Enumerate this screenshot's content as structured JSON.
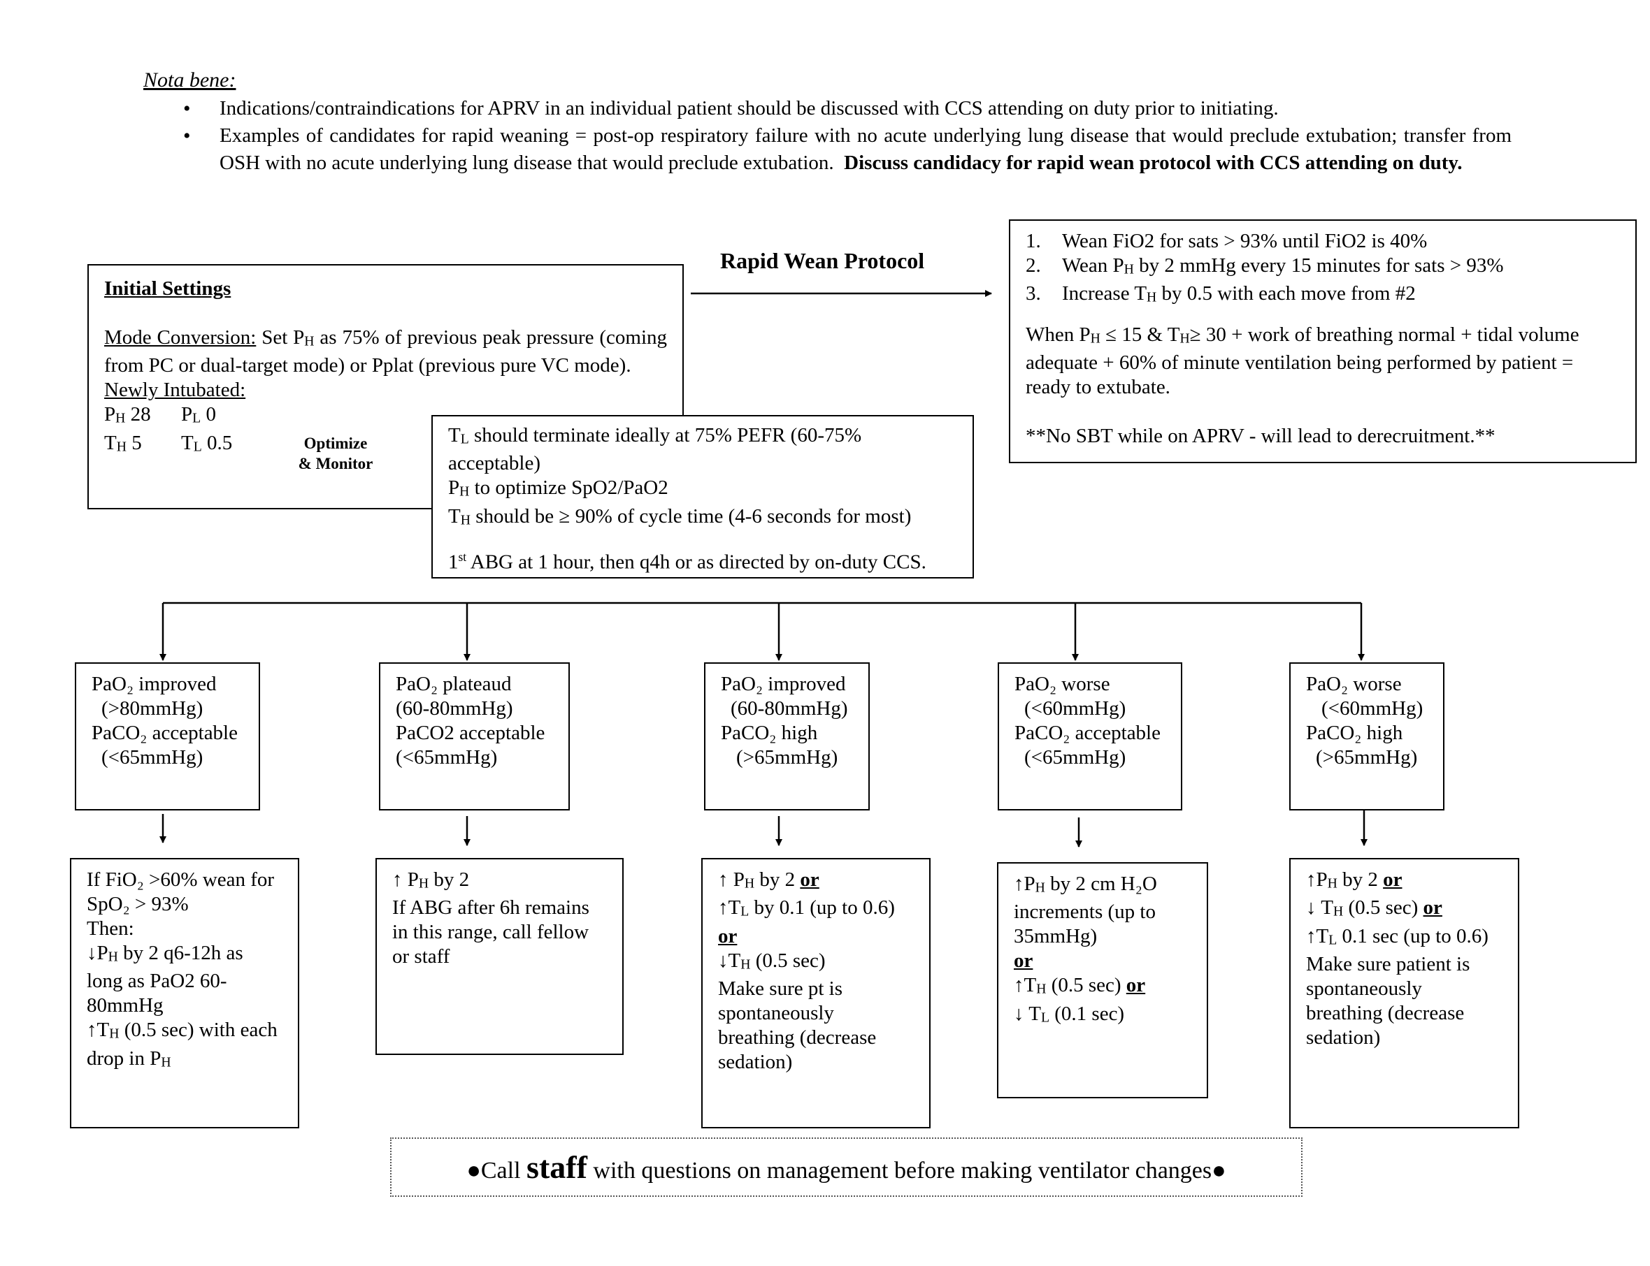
{
  "nota_bene": {
    "title": "Nota bene:",
    "bullet1": "Indications/contraindications for APRV in an individual patient should be discussed with CCS attending on duty prior to initiating.",
    "bullet2_text": "Examples of candidates for rapid weaning = post-op respiratory failure with no acute underlying lung disease that would preclude extubation; transfer from OSH with no acute underlying lung disease that would preclude extubation.",
    "bullet2_bold": "Discuss candidacy for rapid wean protocol with CCS attending on duty."
  },
  "initial_settings": {
    "title": "Initial Settings",
    "mode_label": "Mode Conversion:",
    "mode_text_1": "Set P",
    "mode_sub": "H",
    "mode_text_2": "as 75% of previous peak pressure (coming from PC or dual-target mode) or Pplat (previous pure VC mode).",
    "newly_label": "Newly Intubated:",
    "ph": "P",
    "ph_sub": "H",
    "ph_val": "28",
    "pl": "P",
    "pl_sub": "L",
    "pl_val": "0",
    "th": "T",
    "th_sub": "H",
    "th_val": "5",
    "tl": "T",
    "tl_sub": "L",
    "tl_val": "0.5"
  },
  "optimize_label_1": "Optimize",
  "optimize_label_2": "& Monitor",
  "optimize_box": {
    "l1a": "T",
    "l1s": "L",
    "l1b": "should terminate ideally at 75% PEFR (60-75% acceptable)",
    "l2a": "P",
    "l2s": "H",
    "l2b": "to optimize SpO2/PaO2",
    "l3a": "T",
    "l3s": "H",
    "l3b": "should be ≥ 90% of cycle time (4-6 seconds for most)",
    "l4a": "1",
    "l4sup": "st",
    "l4b": "ABG at 1 hour, then q4h or as directed by on-duty CCS."
  },
  "rapid_wean": {
    "label": "Rapid Wean Protocol",
    "item1": "Wean FiO2 for sats > 93% until FiO2 is 40%",
    "item2a": "Wean P",
    "item2s": "H",
    "item2b": "by 2 mmHg every 15 minutes for sats > 93%",
    "item3a": "Increase T",
    "item3s": "H",
    "item3b": "by 0.5 with each move from #2",
    "n1": "1.",
    "n2": "2.",
    "n3": "3.",
    "when_a": "When P",
    "when_s1": "H",
    "when_b": "≤ 15 & T",
    "when_s2": "H",
    "when_c": "≥ 30 + work of breathing normal + tidal volume adequate +  60% of minute ventilation being performed by patient = ready to extubate.",
    "no_sbt": "**No SBT while on APRV - will lead to derecruitment.**"
  },
  "conditions": [
    {
      "l1": "PaO₂ improved",
      "l2": "(>80mmHg)",
      "l3": "PaCO₂ acceptable",
      "l4": "(<65mmHg)"
    },
    {
      "l1": "PaO₂ plateaud",
      "l2": "(60-80mmHg)",
      "l3": "PaCO2 acceptable",
      "l4": "(<65mmHg)"
    },
    {
      "l1": "PaO₂ improved",
      "l2": "(60-80mmHg)",
      "l3": "PaCO₂ high",
      "l4": "(>65mmHg)"
    },
    {
      "l1": "PaO₂ worse",
      "l2": "(<60mmHg)",
      "l3": "PaCO₂ acceptable",
      "l4": "(<65mmHg)"
    },
    {
      "l1": "PaO₂ worse",
      "l2": "(<60mmHg)",
      "l3": "PaCO₂ high",
      "l4": "(>65mmHg)"
    }
  ],
  "actions": {
    "a1": {
      "l1": "If FiO₂ >60% wean for SpO₂ > 93%",
      "then": "Then:",
      "l2a": "↓P",
      "l2s": "H",
      "l2b": "by 2 q6-12h as long as PaO2 60-80mmHg",
      "l3a": "↑T",
      "l3s": "H",
      "l3b": "(0.5 sec) with each drop in P",
      "l3s2": "H"
    },
    "a2": {
      "l1a": "↑ P",
      "l1s": "H",
      "l1b": "by 2",
      "l2": "If ABG after 6h remains in this range, call fellow or staff"
    },
    "a3": {
      "l1a": "↑ P",
      "l1s": "H",
      "l1b": "by 2",
      "or1": "or",
      "l2a": "↑T",
      "l2s": "L",
      "l2b": "by 0.1 (up to 0.6)",
      "or2": "or",
      "l3a": "↓T",
      "l3s": "H",
      "l3b": "(0.5 sec)",
      "l4": "Make sure pt is spontaneously breathing (decrease sedation)"
    },
    "a4": {
      "l1a": "↑P",
      "l1s": "H",
      "l1b": "by 2 cm H₂O increments (up to 35mmHg)",
      "or1": "or",
      "l2a": "↑T",
      "l2s": "H",
      "l2b": "(0.5 sec)",
      "or2": "or",
      "l3a": "↓ T",
      "l3s": "L",
      "l3b": "(0.1 sec)"
    },
    "a5": {
      "l1a": "↑P",
      "l1s": "H",
      "l1b": "by 2",
      "or1": "or",
      "l2a": "↓ T",
      "l2s": "H",
      "l2b": "(0.5 sec)",
      "or2": "or",
      "l3a": "↑T",
      "l3s": "L",
      "l3b": "0.1 sec (up to 0.6)",
      "l4": "Make sure patient is spontaneously breathing (decrease sedation)"
    }
  },
  "footer": {
    "bullet": "●",
    "pre": "Call",
    "staff": "staff",
    "post": "with questions on management before making ventilator changes"
  }
}
